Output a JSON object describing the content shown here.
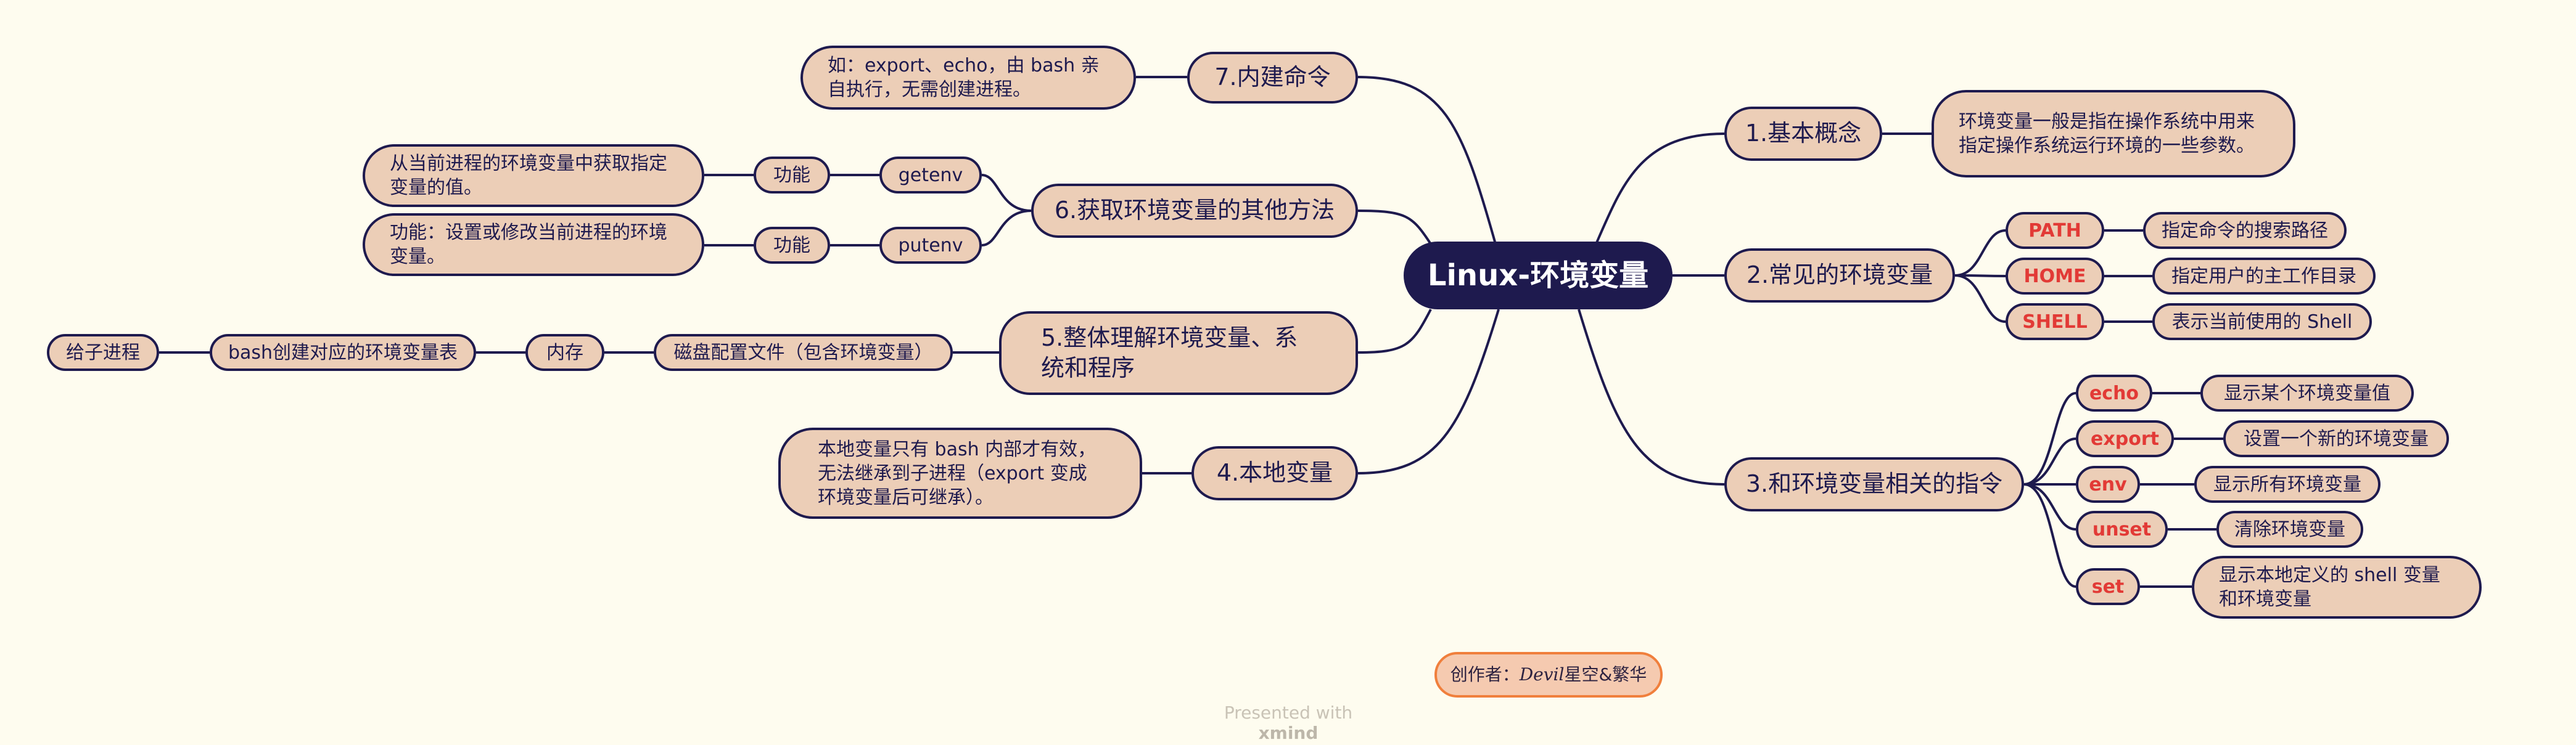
{
  "central": "Linux-环境变量",
  "topics": {
    "basic": {
      "title": "1.基本概念",
      "desc": "环境变量一般是指在操作系统中用来指定操作系统运行环境的一些参数。"
    },
    "common": {
      "title": "2.常见的环境变量",
      "items": [
        {
          "key": "PATH",
          "desc": "指定命令的搜索路径"
        },
        {
          "key": "HOME",
          "desc": "指定用户的主工作目录"
        },
        {
          "key": "SHELL",
          "desc": "表示当前使用的 Shell"
        }
      ]
    },
    "commands": {
      "title": "3.和环境变量相关的指令",
      "items": [
        {
          "key": "echo",
          "desc": "显示某个环境变量值"
        },
        {
          "key": "export",
          "desc": "设置一个新的环境变量"
        },
        {
          "key": "env",
          "desc": "显示所有环境变量"
        },
        {
          "key": "unset",
          "desc": "清除环境变量"
        },
        {
          "key": "set",
          "desc": "显示本地定义的 shell 变量和环境变量"
        }
      ]
    },
    "local": {
      "title": "4.本地变量",
      "desc": "本地变量只有 bash 内部才有效，无法继承到子进程（export 变成环境变量后可继承）。"
    },
    "overall": {
      "title": "5.整体理解环境变量、系统和程序",
      "chain": [
        "磁盘配置文件（包含环境变量）",
        "内存",
        "bash创建对应的环境变量表",
        "给子进程"
      ]
    },
    "other": {
      "title": "6.获取环境变量的其他方法",
      "items": [
        {
          "key": "getenv",
          "label": "功能",
          "desc": "从当前进程的环境变量中获取指定变量的值。"
        },
        {
          "key": "putenv",
          "label": "功能",
          "desc": "功能：设置或修改当前进程的环境变量。"
        }
      ]
    },
    "builtin": {
      "title": "7.内建命令",
      "desc": "如：export、echo，由 bash 亲自执行，无需创建进程。"
    }
  },
  "author": {
    "prefix": "创作者：",
    "signature": "Devil",
    "name": "星空&繁华"
  },
  "watermark": {
    "prefix": "Presented with ",
    "brand": "xmind"
  },
  "colors": {
    "background": "#fefcef",
    "node_fill": "#ecceb7",
    "line": "#1e1a4e",
    "keyword": "#e23a36",
    "author_border": "#f07f3c"
  }
}
